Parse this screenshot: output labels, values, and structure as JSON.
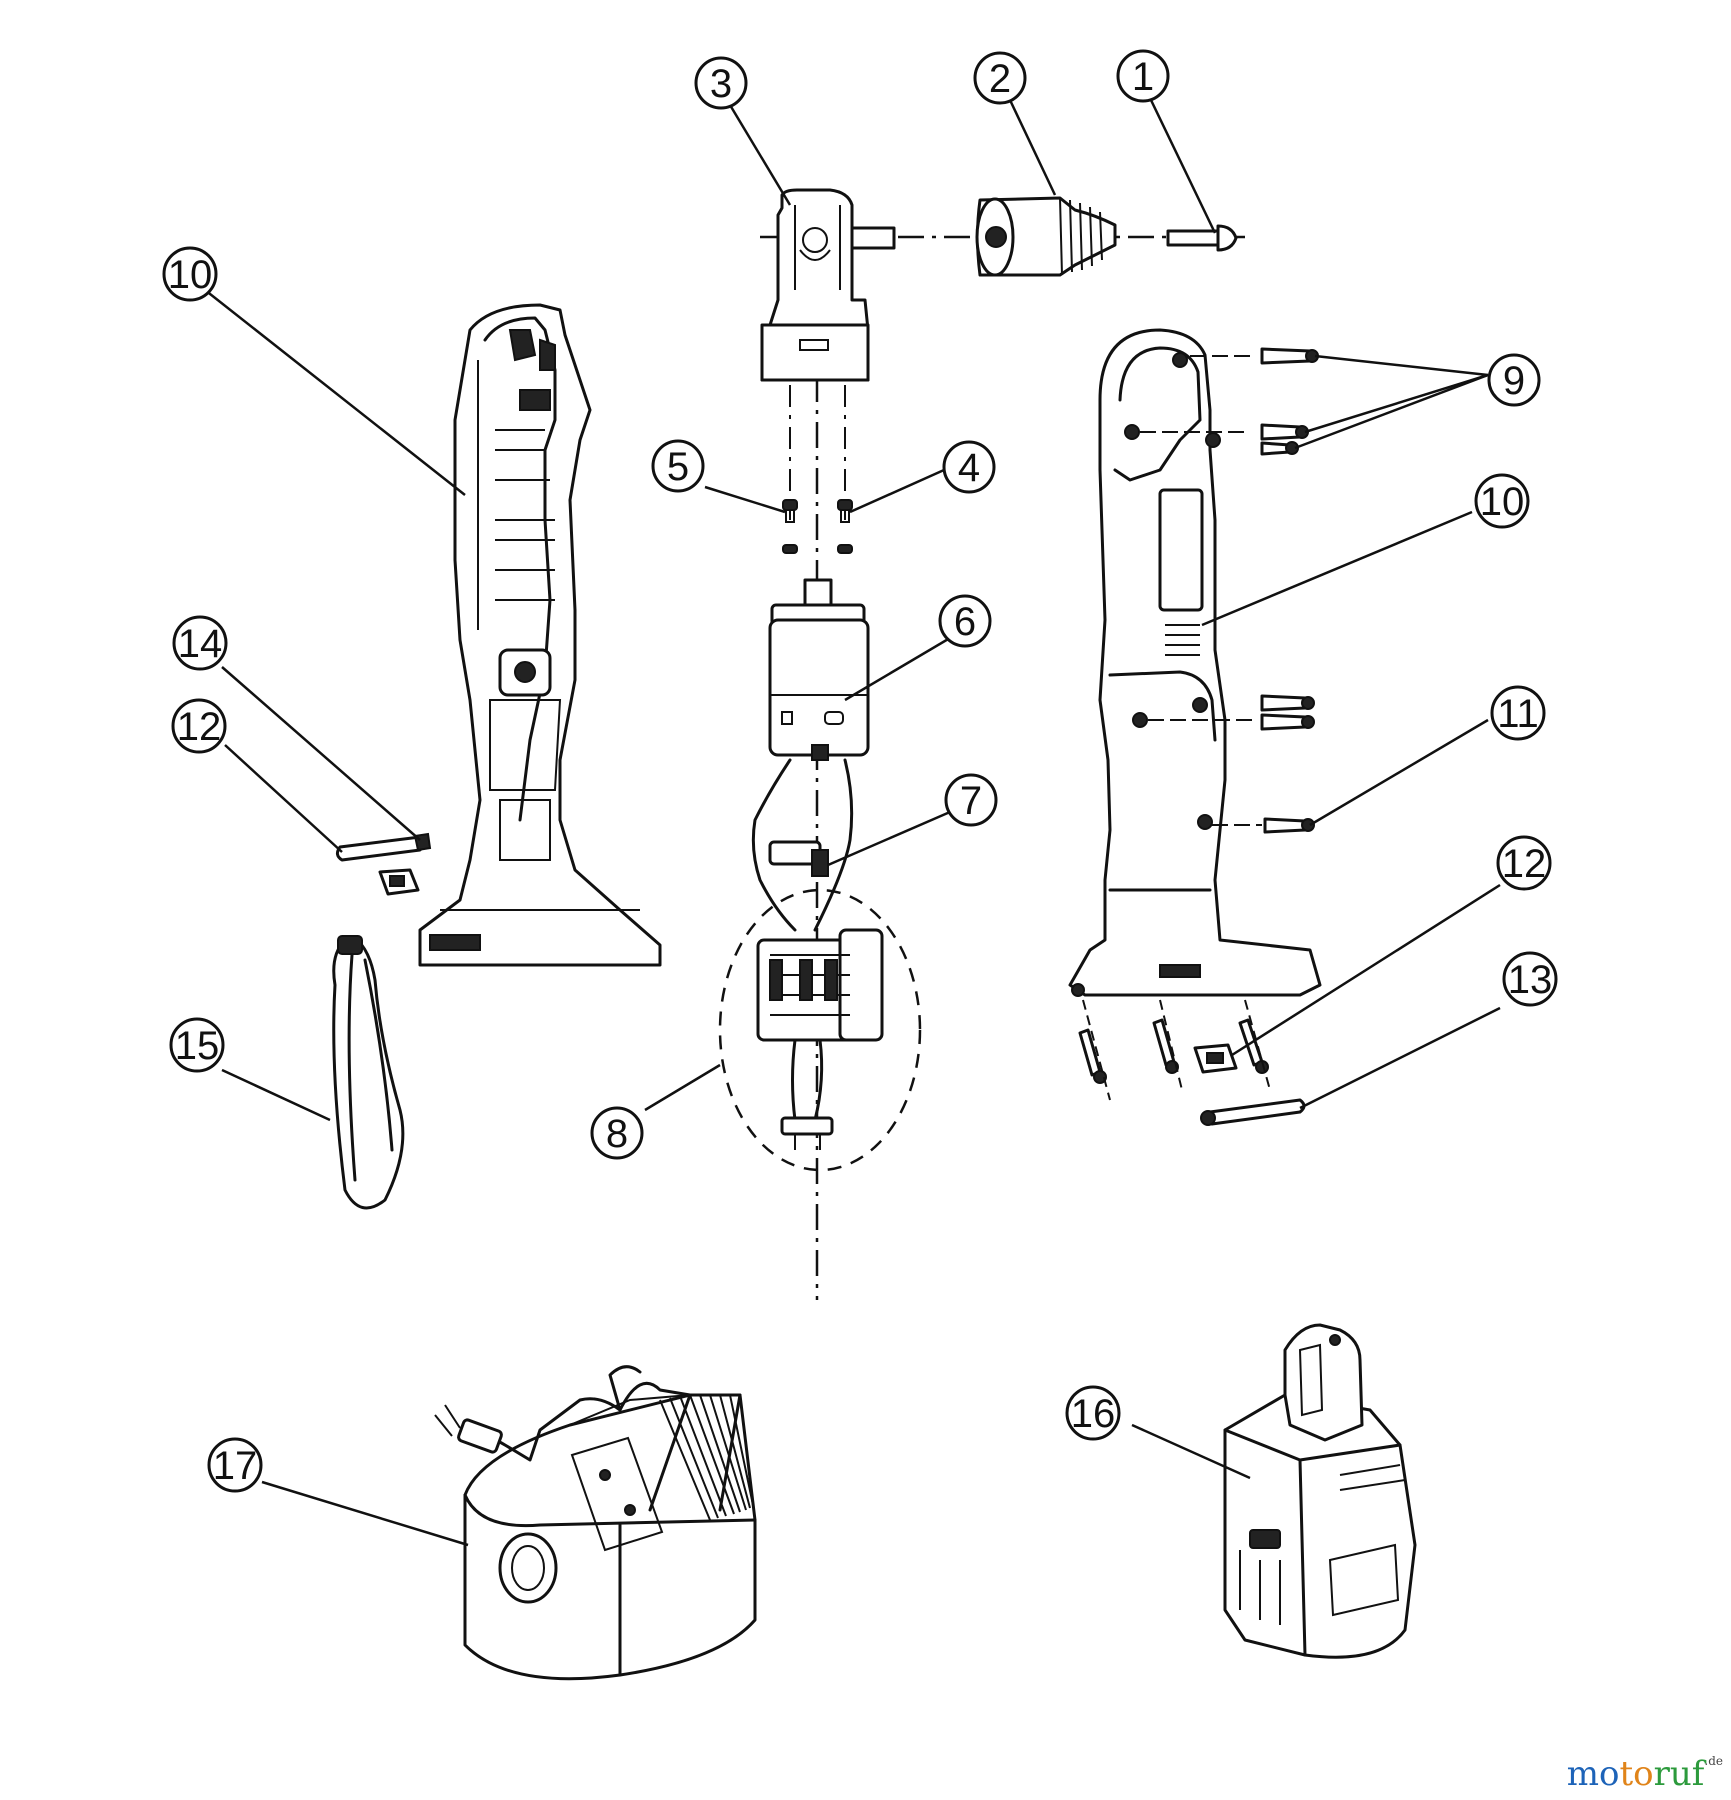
{
  "diagram": {
    "callouts": [
      "1",
      "2",
      "3",
      "4",
      "5",
      "6",
      "7",
      "8",
      "9",
      "10",
      "10",
      "11",
      "12",
      "12",
      "13",
      "14",
      "15",
      "16",
      "17"
    ]
  },
  "watermark": {
    "part1": "mo",
    "part2": "to",
    "part3": "ruf",
    "suffix": ".de"
  },
  "colors": {
    "watermark_blue": "#1d63b8",
    "watermark_orange": "#e0841a",
    "watermark_green": "#2c9a3c"
  }
}
